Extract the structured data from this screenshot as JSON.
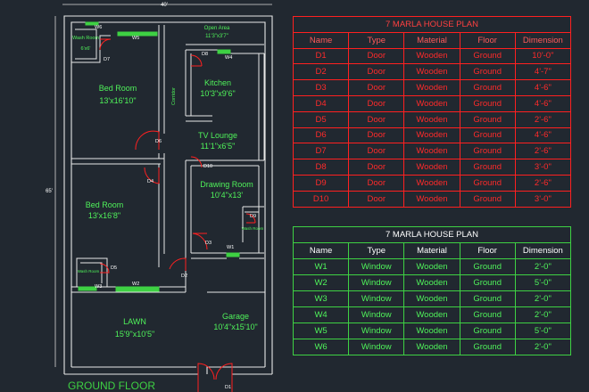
{
  "plan": {
    "top_dim": "40'",
    "side_dim": "65'",
    "floor_label": "GROUND FLOOR",
    "rooms": {
      "wash_room_top": {
        "name": "Wash\nRoom",
        "size": "6'x6'"
      },
      "open_area": {
        "name": "Open Area",
        "size": "11'3\"x3'7\""
      },
      "bed_room_1": {
        "name": "Bed Room",
        "size": "13'x16'10\""
      },
      "kitchen": {
        "name": "Kitchen",
        "size": "10'3\"x9'6\""
      },
      "corridor": {
        "name": "Corridor"
      },
      "tv_lounge": {
        "name": "TV Lounge",
        "size": "11'1\"x6'5\""
      },
      "drawing_room": {
        "name": "Drawing\nRoom",
        "size": "10'4\"x13'"
      },
      "bed_room_2": {
        "name": "Bed Room",
        "size": "13'x16'8\""
      },
      "wash_room_right": {
        "name": "Wash\nRoom"
      },
      "wash_room_left": {
        "name": "Wash\nRoom"
      },
      "lawn": {
        "name": "LAWN",
        "size": "15'9\"x10'5\""
      },
      "garage": {
        "name": "Garage",
        "size": "10'4\"x15'10\""
      }
    },
    "door_tags": [
      "D1",
      "D2",
      "D3",
      "D4",
      "D5",
      "D6",
      "D7",
      "D8",
      "D9",
      "D10"
    ],
    "window_tags": [
      "W1",
      "W2",
      "W3",
      "W4",
      "W5",
      "W6"
    ]
  },
  "door_schedule": {
    "title": "7 MARLA HOUSE PLAN",
    "headers": [
      "Name",
      "Type",
      "Material",
      "Floor",
      "Dimension"
    ],
    "rows": [
      [
        "D1",
        "Door",
        "Wooden",
        "Ground",
        "10'-0\""
      ],
      [
        "D2",
        "Door",
        "Wooden",
        "Ground",
        "4'-7\""
      ],
      [
        "D3",
        "Door",
        "Wooden",
        "Ground",
        "4'-6\""
      ],
      [
        "D4",
        "Door",
        "Wooden",
        "Ground",
        "4'-6\""
      ],
      [
        "D5",
        "Door",
        "Wooden",
        "Ground",
        "2'-6\""
      ],
      [
        "D6",
        "Door",
        "Wooden",
        "Ground",
        "4'-6\""
      ],
      [
        "D7",
        "Door",
        "Wooden",
        "Ground",
        "2'-6\""
      ],
      [
        "D8",
        "Door",
        "Wooden",
        "Ground",
        "3'-0\""
      ],
      [
        "D9",
        "Door",
        "Wooden",
        "Ground",
        "2'-6\""
      ],
      [
        "D10",
        "Door",
        "Wooden",
        "Ground",
        "3'-0\""
      ]
    ]
  },
  "window_schedule": {
    "title": "7 MARLA HOUSE PLAN",
    "headers": [
      "Name",
      "Type",
      "Material",
      "Floor",
      "Dimension"
    ],
    "rows": [
      [
        "W1",
        "Window",
        "Wooden",
        "Ground",
        "2'-0\""
      ],
      [
        "W2",
        "Window",
        "Wooden",
        "Ground",
        "5'-0\""
      ],
      [
        "W3",
        "Window",
        "Wooden",
        "Ground",
        "2'-0\""
      ],
      [
        "W4",
        "Window",
        "Wooden",
        "Ground",
        "2'-0\""
      ],
      [
        "W5",
        "Window",
        "Wooden",
        "Ground",
        "5'-0\""
      ],
      [
        "W6",
        "Window",
        "Wooden",
        "Ground",
        "2'-0\""
      ]
    ]
  },
  "colors": {
    "background": "#212830",
    "walls": "#e8e8e8",
    "doors": "#ff2020",
    "windows": "#3ed143",
    "labels": "#4ff25a"
  }
}
